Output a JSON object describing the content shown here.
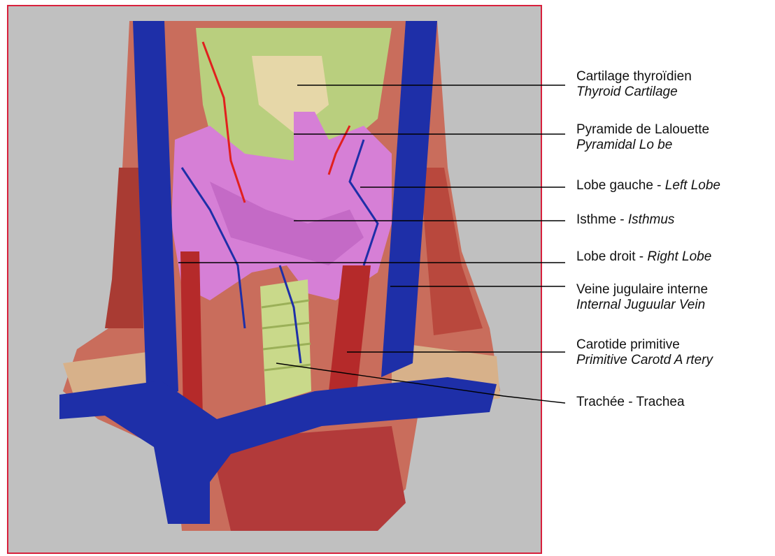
{
  "colors": {
    "background": "#c0c0c0",
    "frame": "#d8203c",
    "vein": "#1e2fa8",
    "artery": "#b52a2a",
    "thyroid": "#d67fd6",
    "cartilage": "#b9cf7e"
  },
  "labels": [
    {
      "fr": "Cartilage thyroïdien",
      "en": "Thyroid Cartilage",
      "layout": "two-line"
    },
    {
      "fr": "Pyramide de Lalouette",
      "en": "Pyramidal Lo be",
      "layout": "two-line"
    },
    {
      "fr": "Lobe gauche - ",
      "en": "Left Lobe",
      "layout": "inline"
    },
    {
      "fr": "Isthme - ",
      "en": "Isthmus",
      "layout": "inline"
    },
    {
      "fr": "Lobe droit - ",
      "en": "Right Lobe",
      "layout": "inline"
    },
    {
      "fr": "Veine jugulaire interne",
      "en": "Internal Juguular Vein",
      "layout": "two-line"
    },
    {
      "fr": "Carotide primitive",
      "en": "Primitive Carotd A rtery",
      "layout": "two-line"
    },
    {
      "fr": "Trachée - Trachea",
      "en": "",
      "layout": "single"
    }
  ]
}
